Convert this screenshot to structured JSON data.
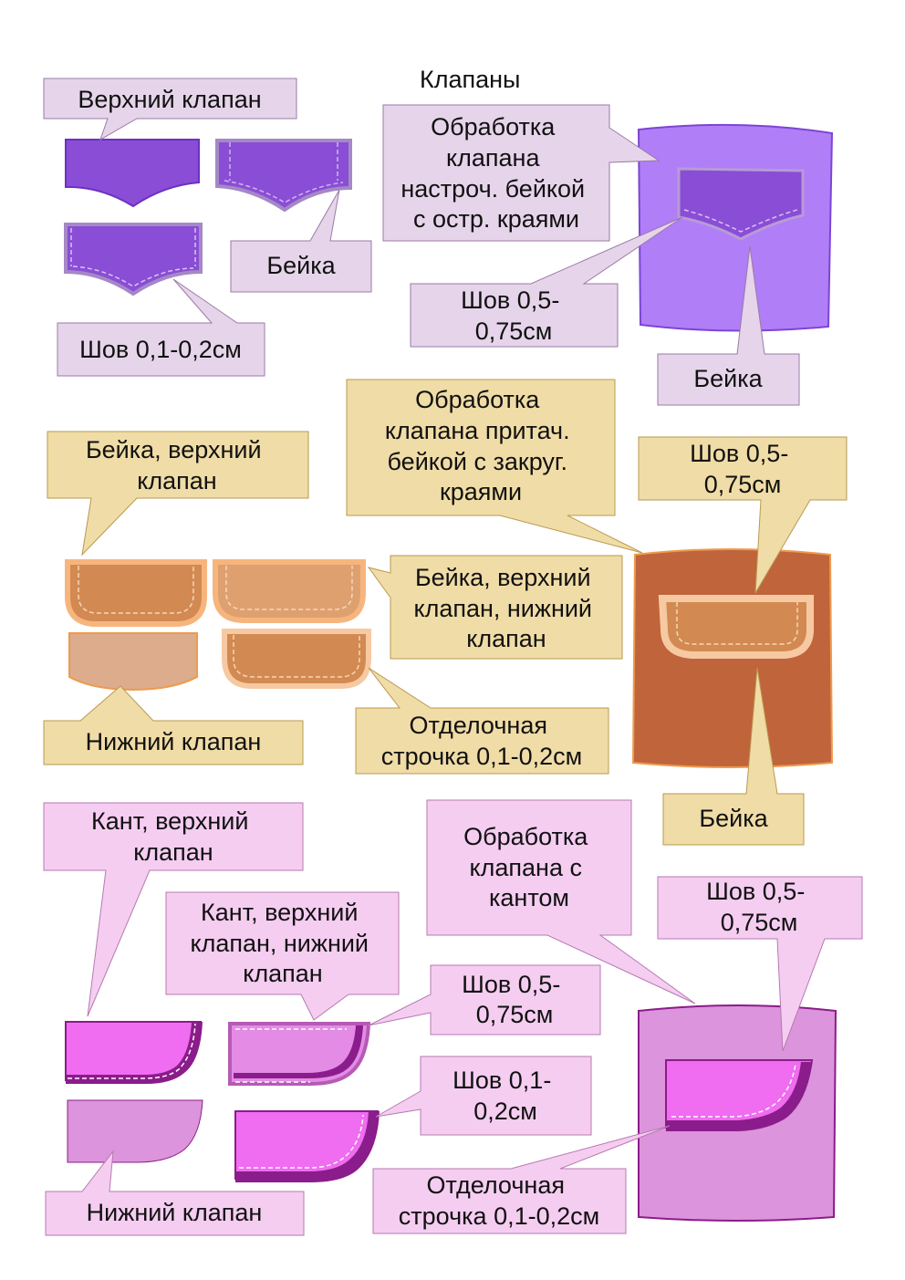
{
  "title": "Клапаны",
  "colors": {
    "purple_box": "#e6d5ea",
    "purple_dark": "#8a4dd6",
    "purple_light": "#a77aee",
    "tan_box": "#f0dca6",
    "brown_dark": "#c0643c",
    "orange": "#f4a86a",
    "pink_box": "#f5cdf1",
    "magenta": "#f06cf0",
    "magenta_dark": "#8b1c8b",
    "mauve": "#dc94dc"
  },
  "section1": {
    "upper_flap": "Верхний клапан",
    "facing": "Бейка",
    "seam": "Шов 0,1-0,2см",
    "method": [
      "Обработка",
      "клапана",
      "настроч. бейкой",
      "с остр. краями"
    ],
    "seam_big": [
      "Шов 0,5-",
      "0,75см"
    ],
    "facing_big": "Бейка"
  },
  "section2": {
    "facing_upper": [
      "Бейка, верхний",
      "клапан"
    ],
    "method": [
      "Обработка",
      "клапана притач.",
      "бейкой с закруг.",
      "краями"
    ],
    "seam_big": [
      "Шов 0,5-",
      "0,75см"
    ],
    "facing_upper_lower": [
      "Бейка, верхний",
      "клапан, нижний",
      "клапан"
    ],
    "lower_flap": "Нижний клапан",
    "topstitch": [
      "Отделочная",
      "строчка 0,1-0,2см"
    ],
    "facing_big": "Бейка"
  },
  "section3": {
    "piping_upper": [
      "Кант, верхний",
      "клапан"
    ],
    "method": [
      "Обработка",
      "клапана с",
      "кантом"
    ],
    "seam_big": [
      "Шов 0,5-",
      "0,75см"
    ],
    "piping_upper_lower": [
      "Кант, верхний",
      "клапан, нижний",
      "клапан"
    ],
    "seam_mid": [
      "Шов 0,5-",
      "0,75см"
    ],
    "seam_small": [
      "Шов 0,1-",
      "0,2см"
    ],
    "lower_flap": "Нижний клапан",
    "topstitch": [
      "Отделочная",
      "строчка 0,1-0,2см"
    ]
  }
}
